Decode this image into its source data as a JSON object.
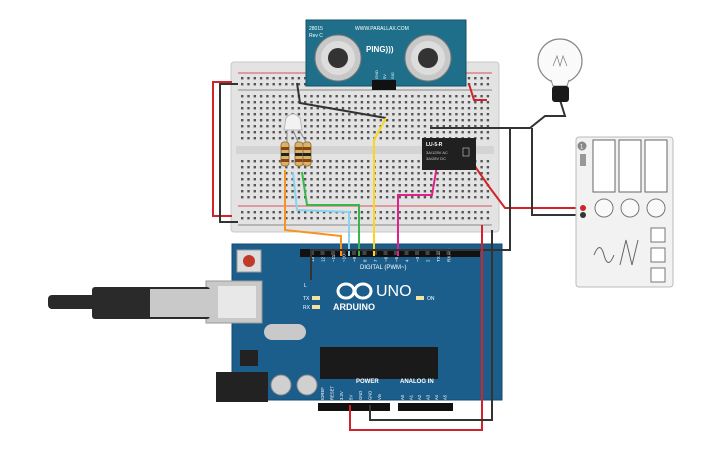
{
  "sensor": {
    "model": "PING)))",
    "url": "WWW.PARALLAX.COM",
    "year": "28015",
    "rev": "Rev C",
    "pins": [
      "GND",
      "5V",
      "SIG"
    ]
  },
  "relay": {
    "part": "LU-5-R",
    "rating1": "3A/125V AC",
    "rating2": "3A/28V DC"
  },
  "arduino": {
    "brand": "ARDUINO",
    "model": "UNO",
    "digital_header": "DIGITAL (PWM~)",
    "power_header": "POWER",
    "analog_header": "ANALOG IN",
    "on_label": "ON",
    "tx_label": "TX",
    "rx_label": "RX",
    "l_label": "L",
    "aref_label": "AREF",
    "gnd_label": "GND",
    "digital_pins": [
      "13",
      "12",
      "~11",
      "~10",
      "~9",
      "8",
      "7",
      "~6",
      "~5",
      "4",
      "~3",
      "2",
      "TX→1",
      "RX←0"
    ],
    "power_pins": [
      "IOREF",
      "RESET",
      "3.3V",
      "5V",
      "GND",
      "GND",
      "Vin"
    ],
    "analog_pins": [
      "A0",
      "A1",
      "A2",
      "A3",
      "A4",
      "A5"
    ]
  },
  "function_generator": {
    "badge": "1"
  },
  "colors": {
    "wire_red": "#d2232a",
    "wire_black": "#333333",
    "wire_orange": "#f7931e",
    "wire_blue": "#8ad3f0",
    "wire_green": "#39b54a",
    "wire_yellow": "#f9d71c",
    "wire_magenta": "#e0218a",
    "board_blue": "#1b5e8c",
    "sensor_blue": "#1f6f8b",
    "relay_black": "#202020"
  }
}
